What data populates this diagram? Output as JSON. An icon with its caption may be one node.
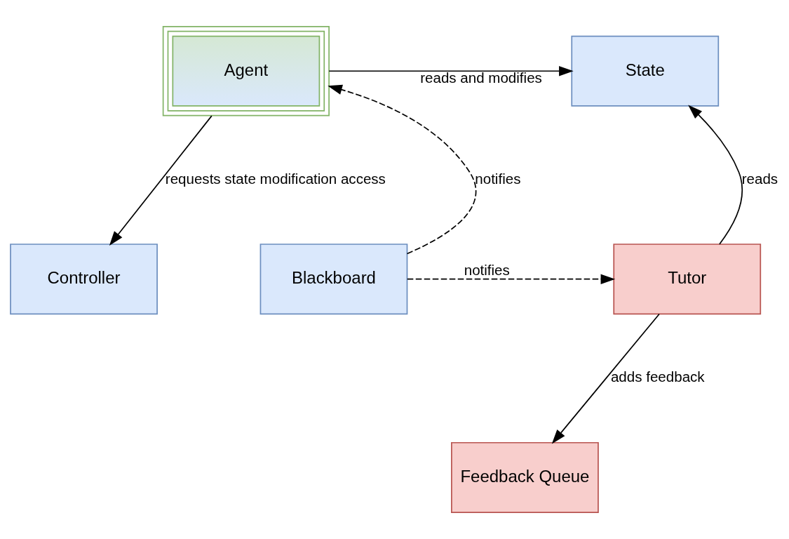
{
  "diagram": {
    "nodes": [
      {
        "text": [
          "Agent"
        ]
      },
      {
        "text": [
          "State"
        ]
      },
      {
        "text": [
          "Controller"
        ]
      },
      {
        "text": [
          "Blackboard"
        ]
      },
      {
        "text": [
          "Tutor"
        ]
      },
      {
        "text": [
          "Feedback Queue"
        ]
      }
    ],
    "edges": [
      {
        "from": 0,
        "to": 1,
        "arrow": "to",
        "label": "reads and modifies"
      },
      {
        "from": 0,
        "to": 2,
        "arrow": "to",
        "label": "requests state modification access"
      },
      {
        "from": 3,
        "to": 0,
        "arrow": "to",
        "label": "notifies",
        "style": "dashed"
      },
      {
        "from": 3,
        "to": 4,
        "arrow": "to",
        "label": "notifies",
        "style": "dashed"
      },
      {
        "from": 4,
        "to": 1,
        "arrow": "to",
        "label": "reads"
      },
      {
        "from": 4,
        "to": 5,
        "arrow": "to",
        "label": "adds feedback"
      }
    ]
  }
}
